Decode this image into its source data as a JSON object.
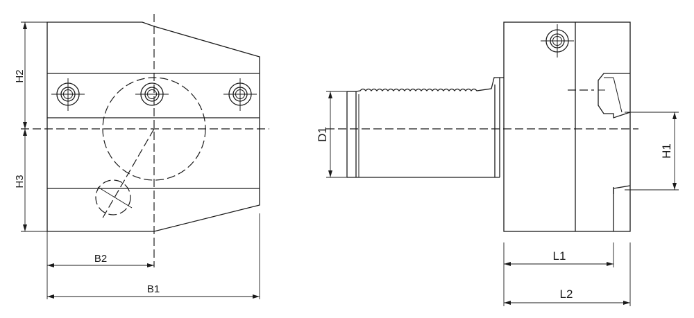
{
  "front_view": {
    "dimensions": {
      "h2": "H2",
      "h3": "H3",
      "b1": "B1",
      "b2": "B2"
    }
  },
  "side_view": {
    "dimensions": {
      "d1": "D1",
      "h1": "H1",
      "l1": "L1",
      "l2": "L2"
    }
  }
}
